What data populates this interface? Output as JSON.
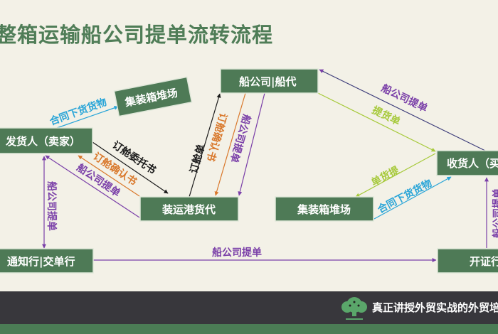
{
  "title": "整箱运输船公司提单流转流程",
  "colors": {
    "box": "#4e7a56",
    "title": "#4f7d57",
    "cyan": "#29a5d8",
    "black": "#1a1a1a",
    "orange": "#d9782b",
    "purple": "#7a3fa8",
    "lime": "#a6c93a",
    "footer": "#38373c"
  },
  "nodes": {
    "shipper": "发货人（卖家）",
    "yard_origin": "集装箱堆场",
    "carrier": "船公司|船代",
    "forwarder": "装运港货代",
    "yard_dest": "集装箱堆场",
    "consignee": "收货人（买家）",
    "notify_bank": "通知行|交单行",
    "issuing_bank": "开证行"
  },
  "edges": {
    "shipper_to_yard": "合同下货货物",
    "booking_request": "订舱委托书",
    "booking_confirm_to_shipper": "订舱确认书",
    "bl_to_shipper": "船公司提单",
    "booking_note": "订舱单",
    "booking_confirm_from_carrier": "订舱确认书",
    "bl_from_carrier": "船公司提单",
    "bl_shipper_bank": "船公司提单",
    "bl_bank_to_bank": "船公司提单",
    "bl_consignee_carrier": "船公司提单",
    "delivery_order": "提货单",
    "delivery_order_to_yard": "单货提",
    "yard_to_consignee": "合同下货货物",
    "bl_bank_to_consignee": "船公司提单"
  },
  "footer": {
    "slogan": "真正讲授外贸实战的外贸培训",
    "logo_icon": "tree-logo-icon"
  }
}
